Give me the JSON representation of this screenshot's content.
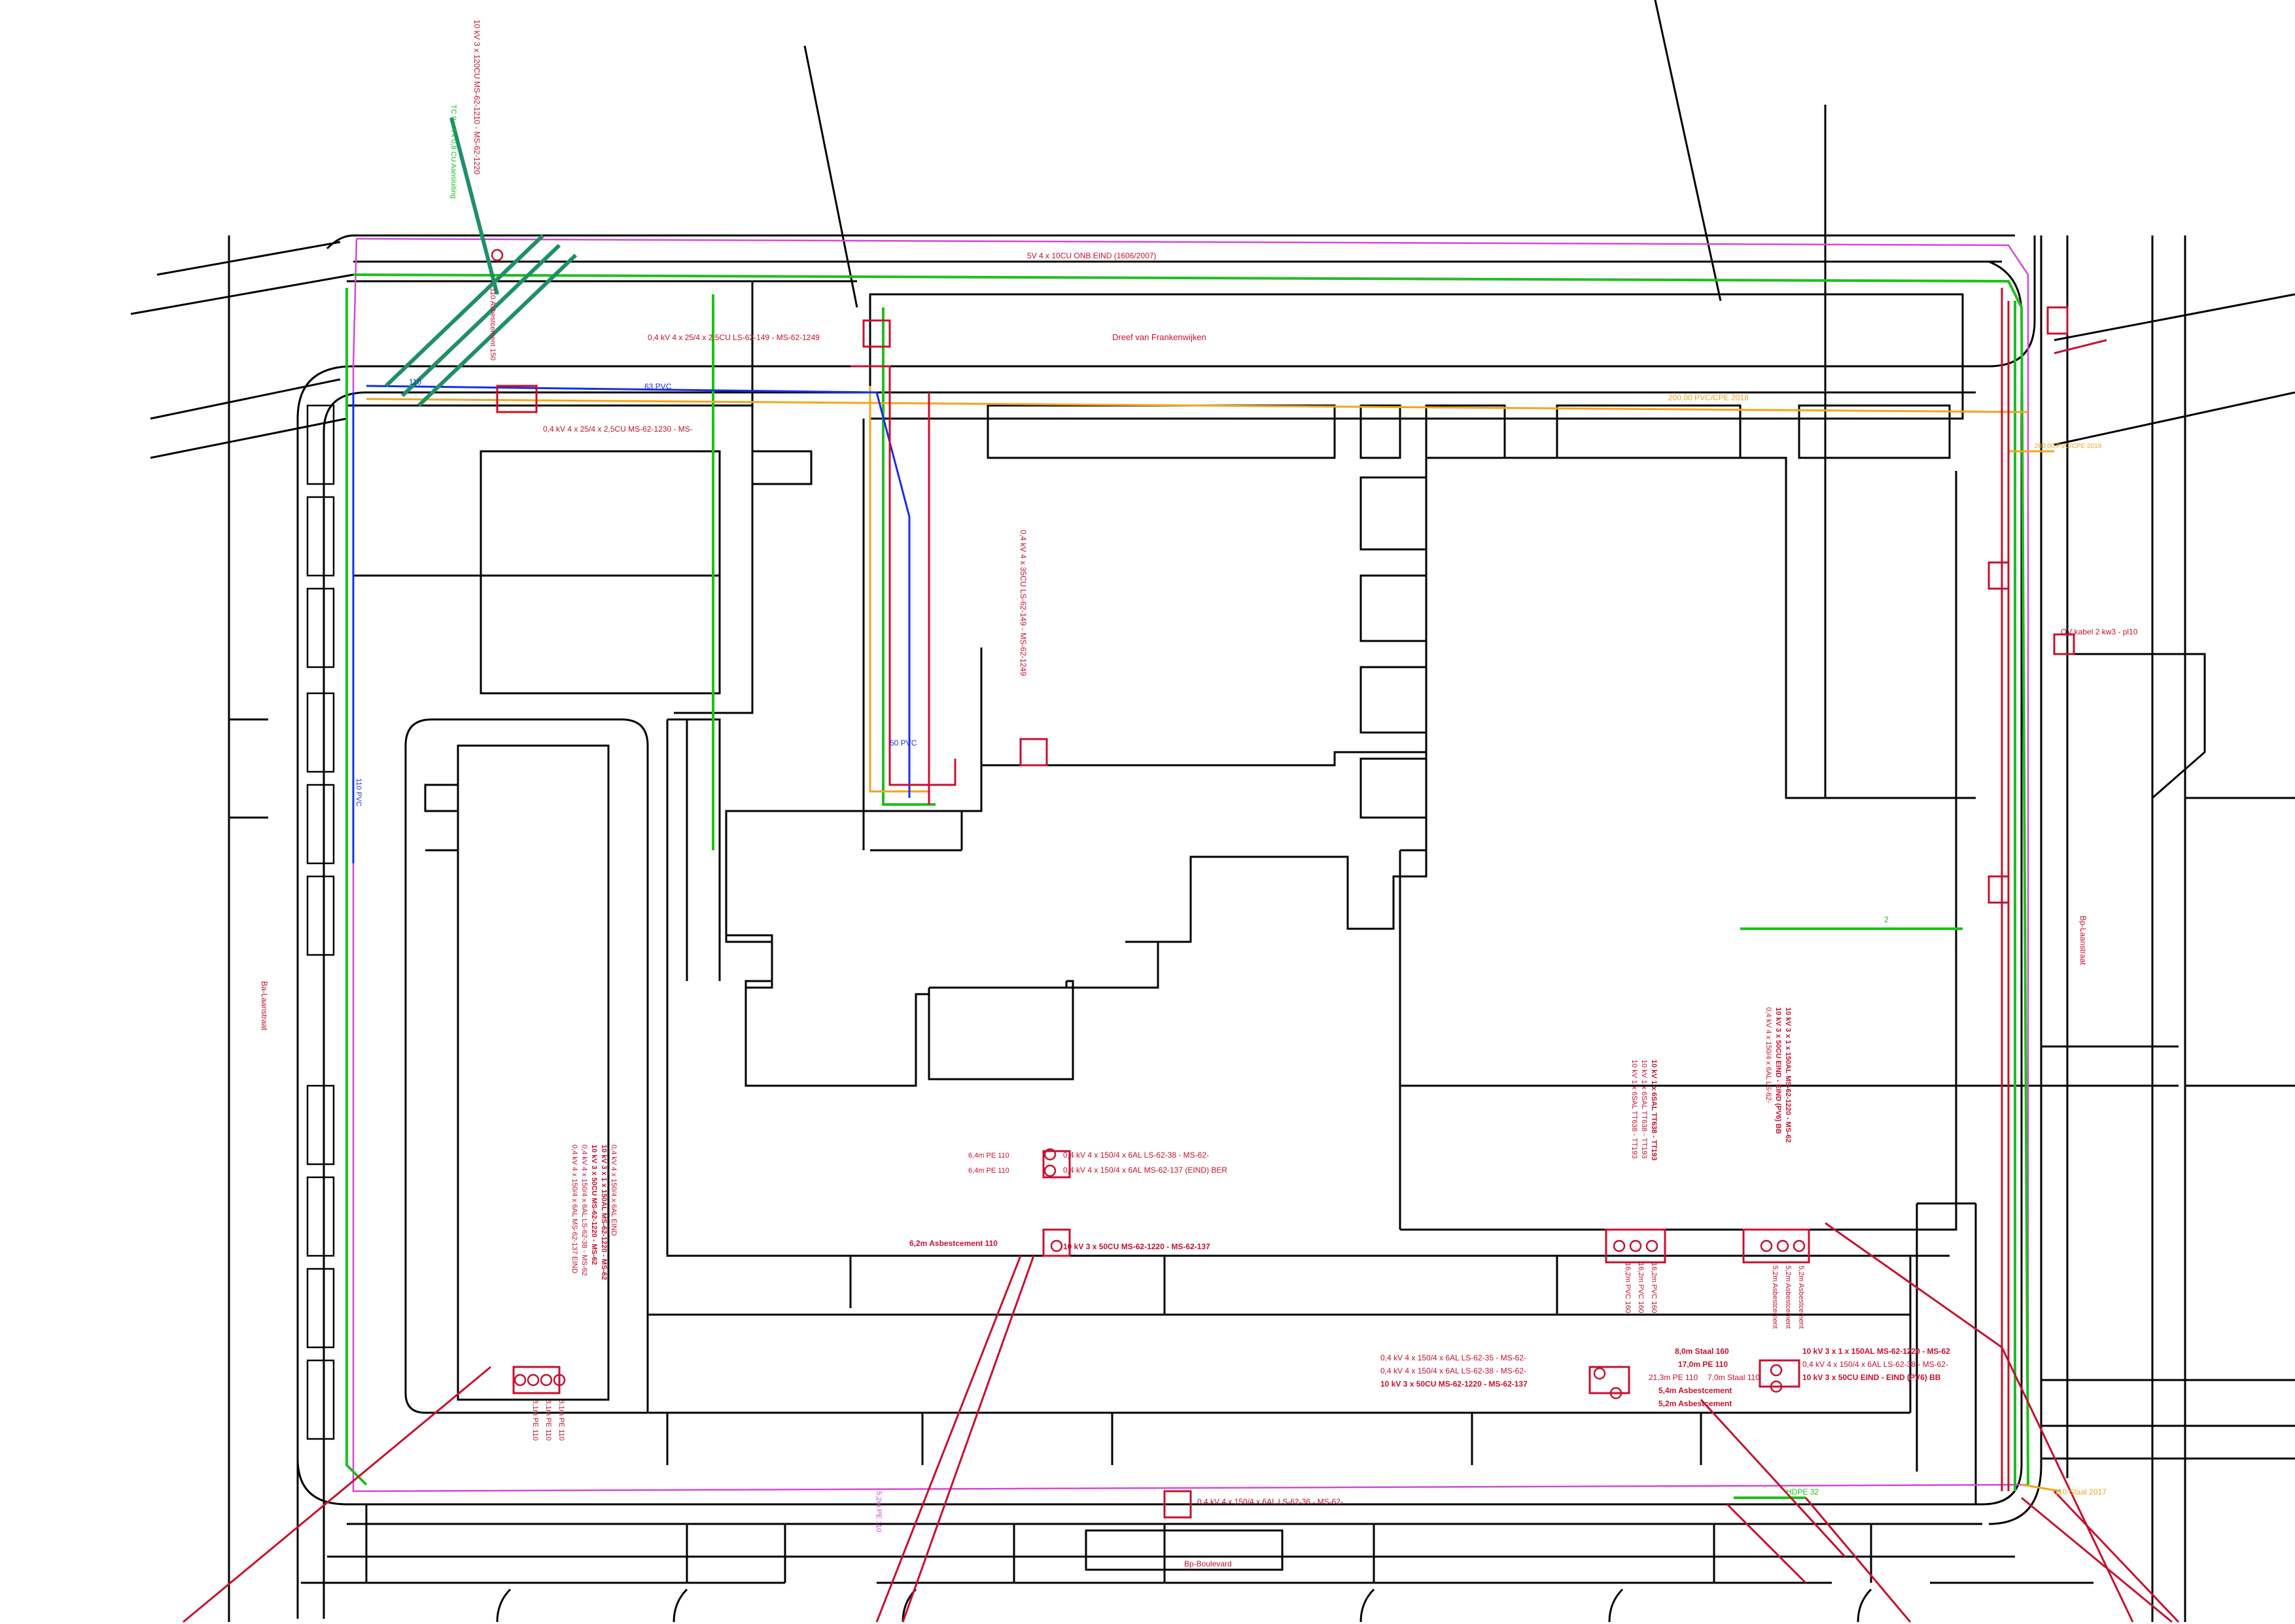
{
  "streets": {
    "north": "Dreef van Frankenwijken",
    "east": "Bp-Laanstraat",
    "west": "Ba-Laanstraat",
    "south": "Bp-Boulevard"
  },
  "labels": {
    "top_cable": "10 kV 3 x 120CU MS-62-1210 - MS-62-1220",
    "top_tel": "TC 9 x 4 x 0,8 CU Aansluiting",
    "top_asbestos": "110 Asbestcement 150",
    "north_cable": "0,4 kV 4 x 25/4 x 2,5CU LS-62-149 - MS-62-1249",
    "north_cable2": "0,4 kV 4 x 25/4 x 2,5CU MS-62-1230 - MS-",
    "north_end": "5V 4 x 10CU ONB.EIND (1606/2007)",
    "pvc_63": "63 PVC",
    "pvc_110": "110",
    "pvc_200": "200,00 PVC/CPE 2018",
    "east_stub": "200,00 PVC/CPE 2018",
    "vertical_cable": "0,4 kV 4 x 35CU LS-62-149 - MS-62-1249",
    "pvc_50": "50 PVC",
    "ov_kabel": "OV kabel 2 kw3 - pl10",
    "center_pe1": "6,4m PE 110",
    "center_pe2": "6,4m PE 110",
    "center_c1": "0,4 kV 4 x 150/4 x 6AL LS-62-38 - MS-62-",
    "center_c2": "0,4 kV 4 x 150/4 x 6AL MS-62-137 (EIND) BER",
    "asbestos_center": "6,2m Asbestcement 110",
    "center_mv": "10 kV 3 x 50CU MS-62-1220 - MS-62-137",
    "left_block_1": "0,4 kV 4 x 150/4 x 6AL EIND",
    "left_block_2": "10 kV 3 x 1 x 150AL MS-62-1220 - MS-62",
    "left_block_3": "10 kV 3 x 50CU MS-62-1220 - MS-62",
    "left_block_4": "0,4 kV 4 x 150/4 x 6AL LS-62-38 - MS-62",
    "left_block_5": "0,4 kV 4 x 150/4 x 6AL MS-62-137 EIND",
    "left_pe_1": "8,1m PE 110",
    "left_pe_2": "8,1m PE 110",
    "left_pe_3": "8,1m PE 110",
    "mid_block_1": "10 kV 1 x 6SAL TT638 - TT193",
    "mid_block_2": "10 kV 1 x 6SAL TT638 - TT193",
    "mid_block_3": "10 kV 1 x 6SAL TT638 - TT193",
    "mid_pvc_1": "16,2m PVC 160",
    "mid_pvc_2": "16,2m PVC 160",
    "mid_pvc_3": "16,2m PVC 160",
    "right_block_1": "10 kV 3 x 1 x 150AL MS-62-1220 - MS-62",
    "right_block_2": "10 kV 3 x 50CU EIND - EIND (PV6) BB",
    "right_block_3": "0,4 kV 4 x 150/4 x 6AL LS-62-",
    "right_asb_1": "5,2m Asbestcement",
    "right_asb_2": "5,2m Asbestcement",
    "right_asb_3": "5,2m Asbestcement",
    "south_l1": "0,4 kV 4 x 150/4 x 6AL LS-62-35 - MS-62-",
    "south_l2": "0,4 kV 4 x 150/4 x 6AL LS-62-38 - MS-62-",
    "south_l3": "10 kV 3 x 50CU MS-62-1220 - MS-62-137",
    "south_s1": "8,0m Staal 160",
    "south_s2": "17,0m PE 110",
    "south_s3": "21,3m PE 110",
    "south_s4": "7,0m Staal 110",
    "south_s5": "5,4m Asbestcement",
    "south_s6": "5,2m Asbestcement",
    "south_r1": "10 kV 3 x 1 x 150AL MS-62-1220 - MS-62",
    "south_r2": "0,4 kV 4 x 150/4 x 6AL LS-62-38 - MS-62-",
    "south_r3": "10 kV 3 x 50CU EIND - EIND (PV6) BB",
    "south_edge": "0,4 kV 4 x 150/4 x 6AL LS-62-36 - MS-62-",
    "hdpe": "HDPE 32",
    "staal": "110 Staal 2017",
    "vertical_bottom": "5,2m PE 110",
    "west_pvc": "110 PVC",
    "green_2": "2"
  },
  "colors": {
    "building": "#000000",
    "cable_red": "#c8102e",
    "cable_green": "#1fbf1f",
    "gas_yellow": "#f2a51c",
    "water_blue": "#1530e6",
    "border_magenta": "#d14ad6",
    "telecom_teal": "#1f8f6a",
    "pipe_orange": "#e8b048"
  }
}
